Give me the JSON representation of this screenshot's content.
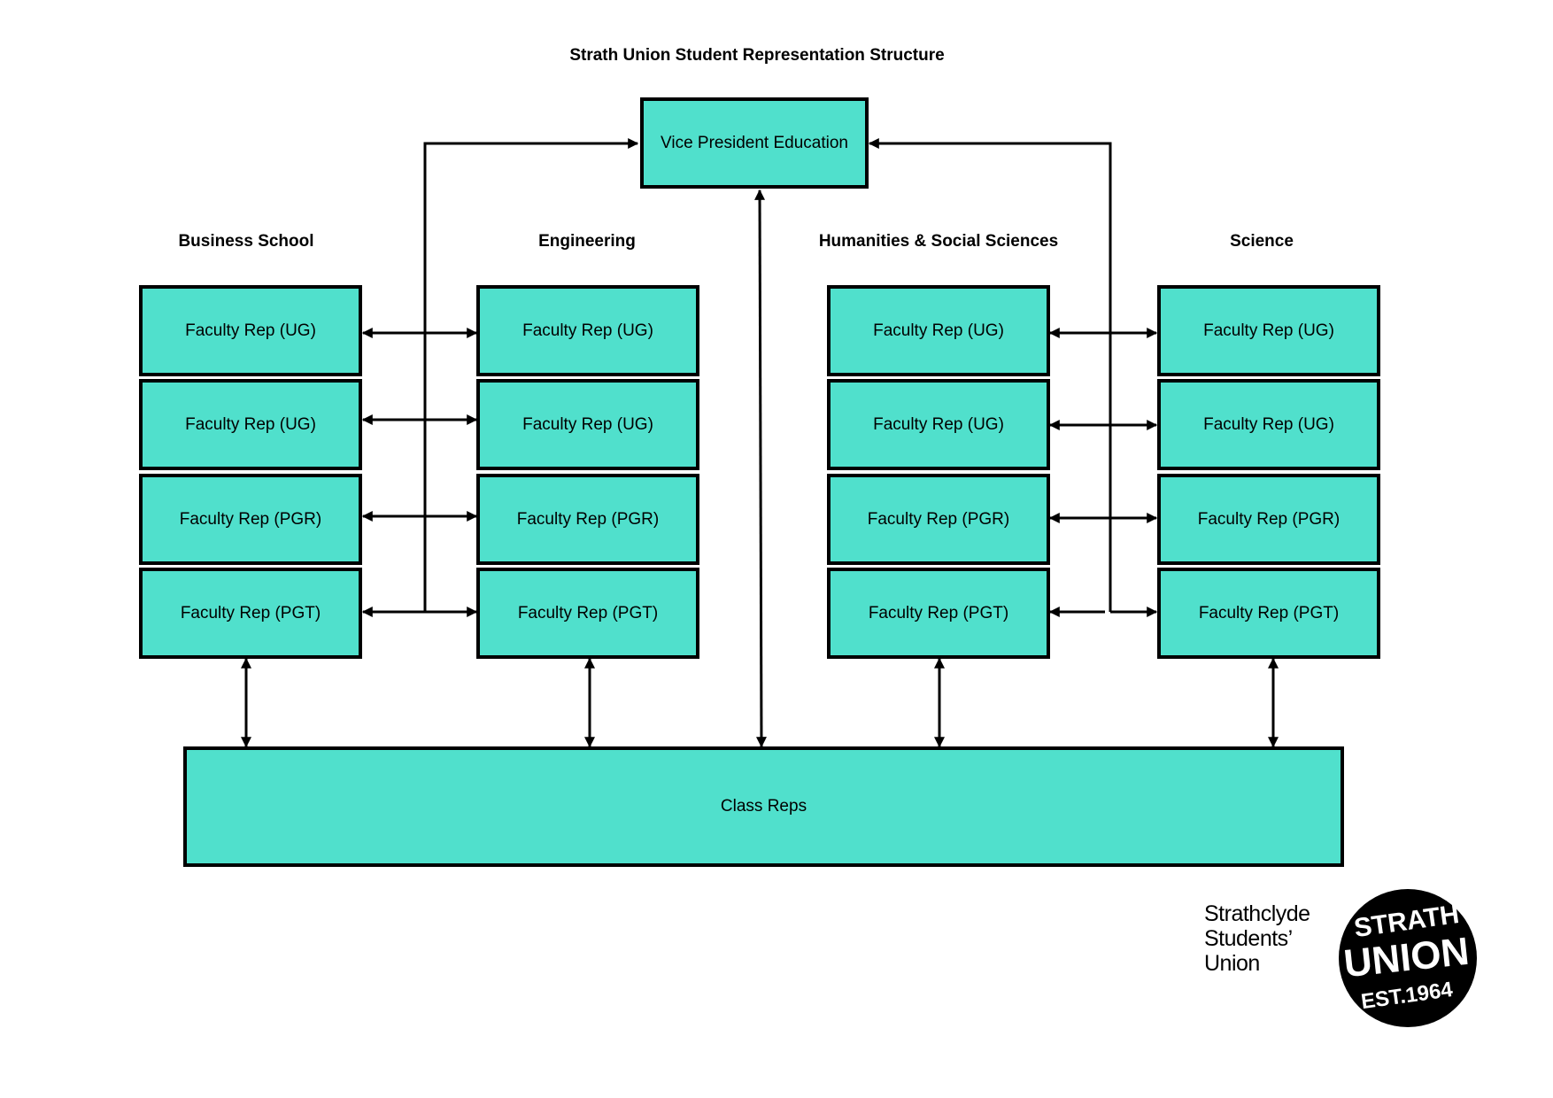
{
  "title": "Strath Union Student Representation Structure",
  "top_node": "Vice President Education",
  "bottom_node": "Class Reps",
  "faculties": [
    {
      "name": "Business School",
      "reps": [
        "Faculty Rep (UG)",
        "Faculty Rep (UG)",
        "Faculty Rep (PGR)",
        "Faculty Rep (PGT)"
      ]
    },
    {
      "name": "Engineering",
      "reps": [
        "Faculty Rep (UG)",
        "Faculty Rep (UG)",
        "Faculty Rep (PGR)",
        "Faculty Rep (PGT)"
      ]
    },
    {
      "name": "Humanities & Social Sciences",
      "reps": [
        "Faculty Rep (UG)",
        "Faculty Rep (UG)",
        "Faculty Rep (PGR)",
        "Faculty Rep (PGT)"
      ]
    },
    {
      "name": "Science",
      "reps": [
        "Faculty Rep (UG)",
        "Faculty Rep (UG)",
        "Faculty Rep (PGR)",
        "Faculty Rep (PGT)"
      ]
    }
  ],
  "logo": {
    "text_lines": [
      "Strathclyde",
      "Students’",
      "Union"
    ],
    "badge_lines": [
      "STRATH",
      "UNION",
      "EST.1964"
    ]
  },
  "colors": {
    "box_fill": "#50e0cc",
    "stroke": "#000000"
  }
}
